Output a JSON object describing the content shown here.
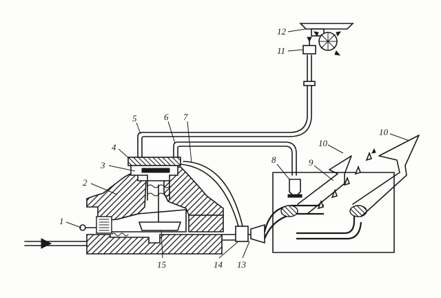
{
  "diagram": {
    "callouts": [
      {
        "id": "c1",
        "text": "1"
      },
      {
        "id": "c2",
        "text": "2"
      },
      {
        "id": "c3",
        "text": "3"
      },
      {
        "id": "c4",
        "text": "4"
      },
      {
        "id": "c5",
        "text": "5"
      },
      {
        "id": "c6",
        "text": "6"
      },
      {
        "id": "c7",
        "text": "7"
      },
      {
        "id": "c8",
        "text": "8"
      },
      {
        "id": "c9",
        "text": "9"
      },
      {
        "id": "c10a",
        "text": "10"
      },
      {
        "id": "c10b",
        "text": "10"
      },
      {
        "id": "c11",
        "text": "11"
      },
      {
        "id": "c12",
        "text": "12"
      },
      {
        "id": "c13",
        "text": "13"
      },
      {
        "id": "c14",
        "text": "14"
      },
      {
        "id": "c15",
        "text": "15"
      }
    ]
  }
}
